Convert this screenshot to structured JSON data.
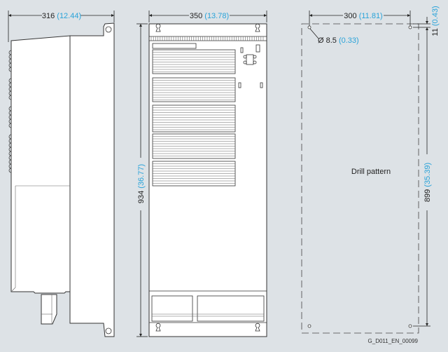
{
  "dimensions": {
    "depth": {
      "mm": "316",
      "inch": "(12.44)"
    },
    "width": {
      "mm": "350",
      "inch": "(13.78)"
    },
    "height": {
      "mm": "934",
      "inch": "(36.77)"
    },
    "hole_spacing_h": {
      "mm": "300",
      "inch": "(11.81)"
    },
    "hole_diameter": {
      "mm": "Ø 8.5",
      "inch": "(0.33)"
    },
    "top_offset": {
      "mm": "11",
      "inch": "(0.43)"
    },
    "hole_spacing_v": {
      "mm": "899",
      "inch": "(35.39)"
    }
  },
  "drill_pattern_label": "Drill pattern",
  "figure_id": "G_D011_EN_00099",
  "colors": {
    "background": "#dde2e6",
    "inch_text": "#29a3d9",
    "line": "#333333"
  }
}
